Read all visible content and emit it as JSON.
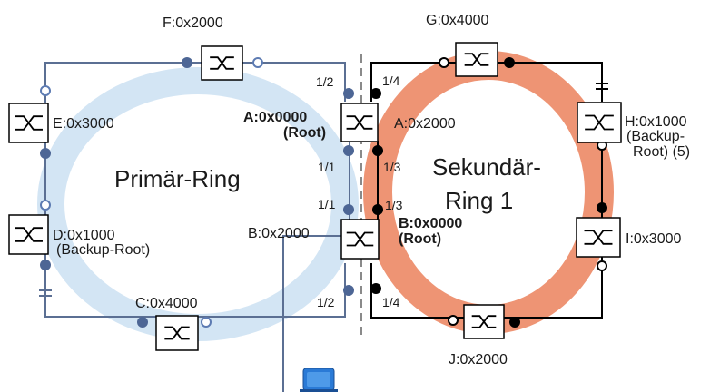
{
  "rings": {
    "primary": {
      "label": "Primär-Ring",
      "color": "#d3e5f4"
    },
    "secondary": {
      "label_line1": "Sekundär-",
      "label_line2": "Ring 1",
      "color": "#ee9474"
    }
  },
  "colors": {
    "line": "#5b6f93",
    "port_filled": "#4d6695",
    "port_open": "#5d7bb2",
    "secondary_line": "#000000",
    "switch_border": "#000000",
    "dashed_divider": "#8a8a8a",
    "device": "#2a7ad6"
  },
  "switches": {
    "F": {
      "label": "F:0x2000",
      "icon": "switch-icon"
    },
    "E": {
      "label": "E:0x3000",
      "icon": "switch-icon"
    },
    "D": {
      "label_line1": "D:0x1000",
      "label_line2": "(Backup-Root)",
      "icon": "switch-icon"
    },
    "C": {
      "label": "C:0x4000",
      "icon": "switch-icon"
    },
    "A": {
      "label_left_line1": "A:0x0000",
      "label_left_line2": "(Root)",
      "label_right": "A:0x2000",
      "icon": "switch-icon"
    },
    "B": {
      "label_left": "B:0x2000",
      "label_right_line1": "B:0x0000",
      "label_right_line2": "(Root)",
      "icon": "switch-icon"
    },
    "G": {
      "label": "G:0x4000",
      "icon": "switch-icon"
    },
    "H": {
      "label_line1": "H:0x1000",
      "label_line2": "(Backup-",
      "label_line3": "Root) (5)",
      "icon": "switch-icon"
    },
    "I": {
      "label": "I:0x3000",
      "icon": "switch-icon"
    },
    "J": {
      "label": "J:0x2000",
      "icon": "switch-icon"
    }
  },
  "ports": {
    "a_top_left": "1/2",
    "a_top_right": "1/4",
    "a_bottom_left": "1/1",
    "a_bottom_right": "1/3",
    "b_top_left": "1/1",
    "b_top_right": "1/3",
    "b_bottom_left": "1/2",
    "b_bottom_right": "1/4"
  },
  "device": {
    "icon": "computer-icon"
  }
}
